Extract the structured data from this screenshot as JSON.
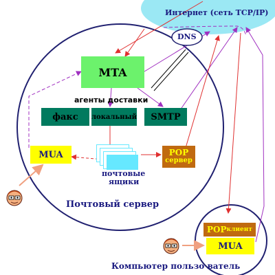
{
  "internet": {
    "label": "Интернет (сеть TCP/IP)"
  },
  "dns": {
    "label": "DNS"
  },
  "mta": {
    "label": "MTA"
  },
  "delivery_agents": {
    "label": "агенты доставки"
  },
  "fax": {
    "label": "факс"
  },
  "local": {
    "label": "локальный"
  },
  "smtp": {
    "label": "SMTP"
  },
  "mua_server": {
    "label": "MUA"
  },
  "pop_server": {
    "line1": "POP",
    "line2": "сервер"
  },
  "mailboxes": {
    "line1": "почтовые",
    "line2": "ящики"
  },
  "mail_server": {
    "label": "Почтовый сервер"
  },
  "pop_client": {
    "main": "POP",
    "sub": "клиент"
  },
  "mua_client": {
    "label": "MUA"
  },
  "user_computer": {
    "label": "Компьютер пользо ватель"
  },
  "colors": {
    "cloud": "#9be8f4",
    "mta": "#6cf26c",
    "agents": "#007a5e",
    "mua": "#ffff00",
    "pop": "#c06a10",
    "mailbox": "#66e8ff",
    "text_navy": "#1a1a80",
    "line_red": "#e03030",
    "line_purple": "#a030c0",
    "circle": "#202070"
  }
}
